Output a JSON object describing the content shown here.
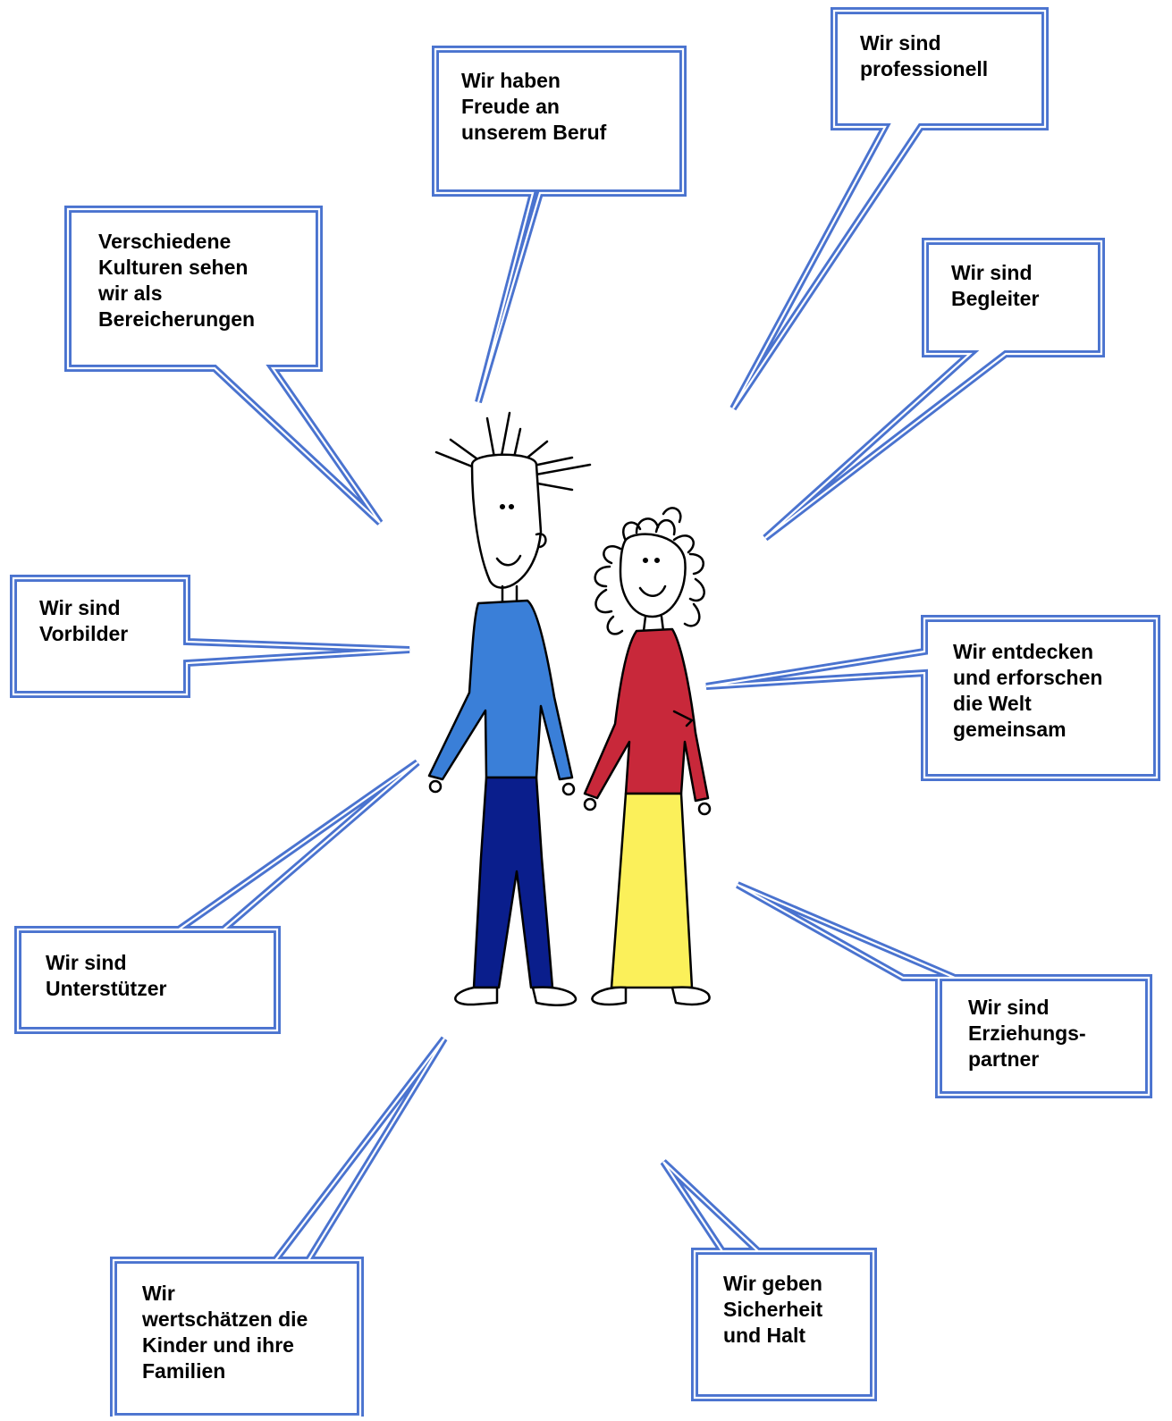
{
  "colors": {
    "bubble_border": "#4a73cf",
    "bubble_fill": "#ffffff",
    "man_shirt": "#3a7fd8",
    "man_pants": "#0a1e8c",
    "woman_shirt": "#c8283a",
    "woman_skirt": "#fbf05a",
    "outline": "#000000"
  },
  "bubbles": [
    {
      "id": "freude",
      "text": "Wir haben\nFreude an\nunserem Beruf"
    },
    {
      "id": "professionell",
      "text": "Wir sind\nprofessionell"
    },
    {
      "id": "kulturen",
      "text": "Verschiedene\nKulturen sehen\nwir als\nBereicherungen"
    },
    {
      "id": "begleiter",
      "text": "Wir sind\nBegleiter"
    },
    {
      "id": "vorbilder",
      "text": "Wir sind\nVorbilder"
    },
    {
      "id": "entdecken",
      "text": "Wir entdecken\nund erforschen\ndie Welt\ngemeinsam"
    },
    {
      "id": "unterstuetzer",
      "text": "Wir sind\nUnterstützer"
    },
    {
      "id": "erziehungspartner",
      "text": "Wir sind\nErziehungs-\npartner"
    },
    {
      "id": "wertschaetzen",
      "text": "Wir\nwertschätzen die\nKinder und ihre\nFamilien"
    },
    {
      "id": "sicherheit",
      "text": "Wir geben\nSicherheit\nund Halt"
    }
  ],
  "figures": {
    "man": {
      "icon": "stick-figure-man-icon"
    },
    "woman": {
      "icon": "stick-figure-woman-icon"
    }
  }
}
